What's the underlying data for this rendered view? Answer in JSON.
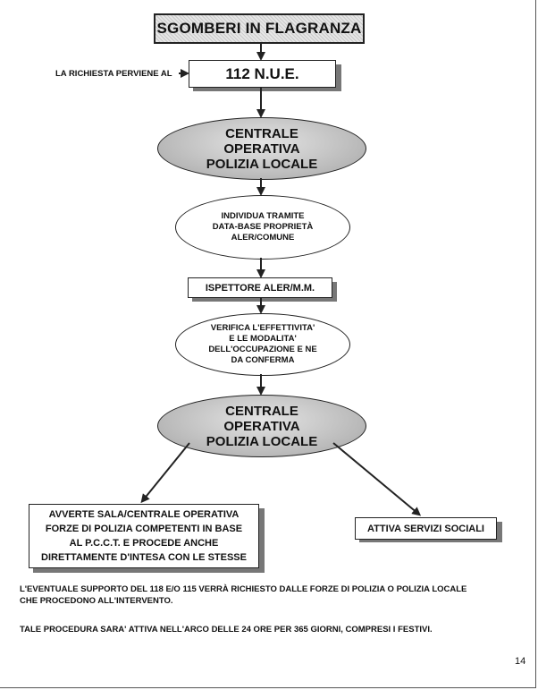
{
  "title": "SGOMBERI IN FLAGRANZA",
  "request_label": "LA RICHIESTA PERVIENE AL",
  "nue_box": "112 N.U.E.",
  "central_op_1": "CENTRALE\nOPERATIVA\nPOLIZIA LOCALE",
  "identify": "INDIVIDUA TRAMITE\nDATA-BASE PROPRIETÀ\nALER/COMUNE",
  "inspector": "ISPETTORE ALER/M.M.",
  "verify": "VERIFICA L'EFFETTIVITA'\nE LE MODALITA'\nDELL'OCCUPAZIONE E NE\nDA CONFERMA",
  "central_op_2": "CENTRALE\nOPERATIVA\nPOLIZIA LOCALE",
  "warns_box": "AVVERTE SALA/CENTRALE OPERATIVA\nFORZE DI POLIZIA COMPETENTI IN BASE\nAL P.C.C.T. E PROCEDE ANCHE\nDIRETTAMENTE D'INTESA CON LE STESSE",
  "social_box": "ATTIVA SERVIZI SOCIALI",
  "note_1": "L'EVENTUALE SUPPORTO DEL 118 E/O 115 VERRÀ RICHIESTO DALLE FORZE DI POLIZIA O POLIZIA LOCALE\nCHE PROCEDONO ALL'INTERVENTO.",
  "note_2": "TALE PROCEDURA SARA' ATTIVA NELL'ARCO DELLE 24 ORE PER 365 GIORNI, COMPRESI I FESTIVI.",
  "page_number": "14"
}
